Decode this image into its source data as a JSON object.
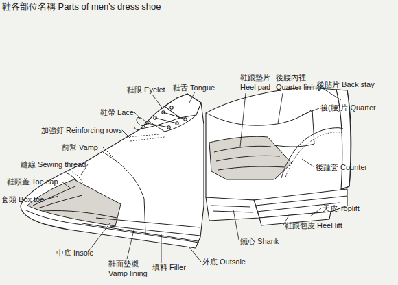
{
  "diagram": {
    "title": "鞋各部位名稱 Parts of men's dress shoe",
    "labels": [
      "鞋眼 Eyelet",
      "鞋舌 Tongue",
      "鞋跟墊片 Heel pad",
      "後腰內裡 Quarter lining",
      "後貼片 Back stay",
      "後(腰)片 Quarter",
      "鞋帶 Lace",
      "加強釘 Reinforcing rows",
      "前幫 Vamp",
      "縫線 Sewing thread",
      "鞋頭蓋 Toe cap",
      "套頭 Box toe",
      "後踵套 Counter",
      "天皮 Toplift",
      "鞋跟包皮 Heel lift",
      "鐵心 Shank",
      "外底 Outsole",
      "中底 Insole",
      "鞋面墊襯 Vamp lining",
      "填料 Filler"
    ]
  }
}
